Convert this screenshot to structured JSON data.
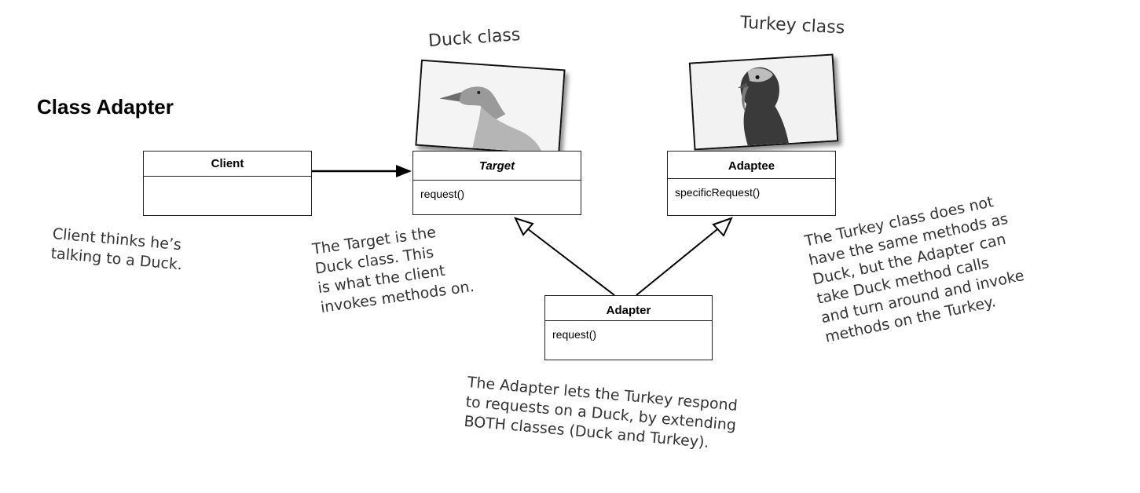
{
  "title": "Class Adapter",
  "labels": {
    "duck_class": "Duck class",
    "turkey_class": "Turkey class"
  },
  "classes": {
    "client": {
      "name": "Client",
      "method": ""
    },
    "target": {
      "name": "Target",
      "method": "request()"
    },
    "adaptee": {
      "name": "Adaptee",
      "method": "specificRequest()"
    },
    "adapter": {
      "name": "Adapter",
      "method": "request()"
    }
  },
  "notes": {
    "client": [
      "Client thinks he’s",
      "talking to a Duck."
    ],
    "target": [
      "The Target is the",
      "Duck class. This",
      "is what the client",
      "invokes methods on."
    ],
    "adapter": [
      "The Adapter lets the Turkey respond",
      "to requests on a Duck, by extending",
      "BOTH classes (Duck and Turkey)."
    ],
    "turkey": [
      "The Turkey class does not",
      "have the same methods as",
      "Duck, but the Adapter can",
      "take Duck method calls",
      "and turn around and invoke",
      "methods on the Turkey."
    ]
  },
  "colors": {
    "line": "#000000",
    "handwriting": "#333333"
  },
  "icons": {
    "duck_photo": "duck-icon",
    "turkey_photo": "turkey-icon"
  }
}
